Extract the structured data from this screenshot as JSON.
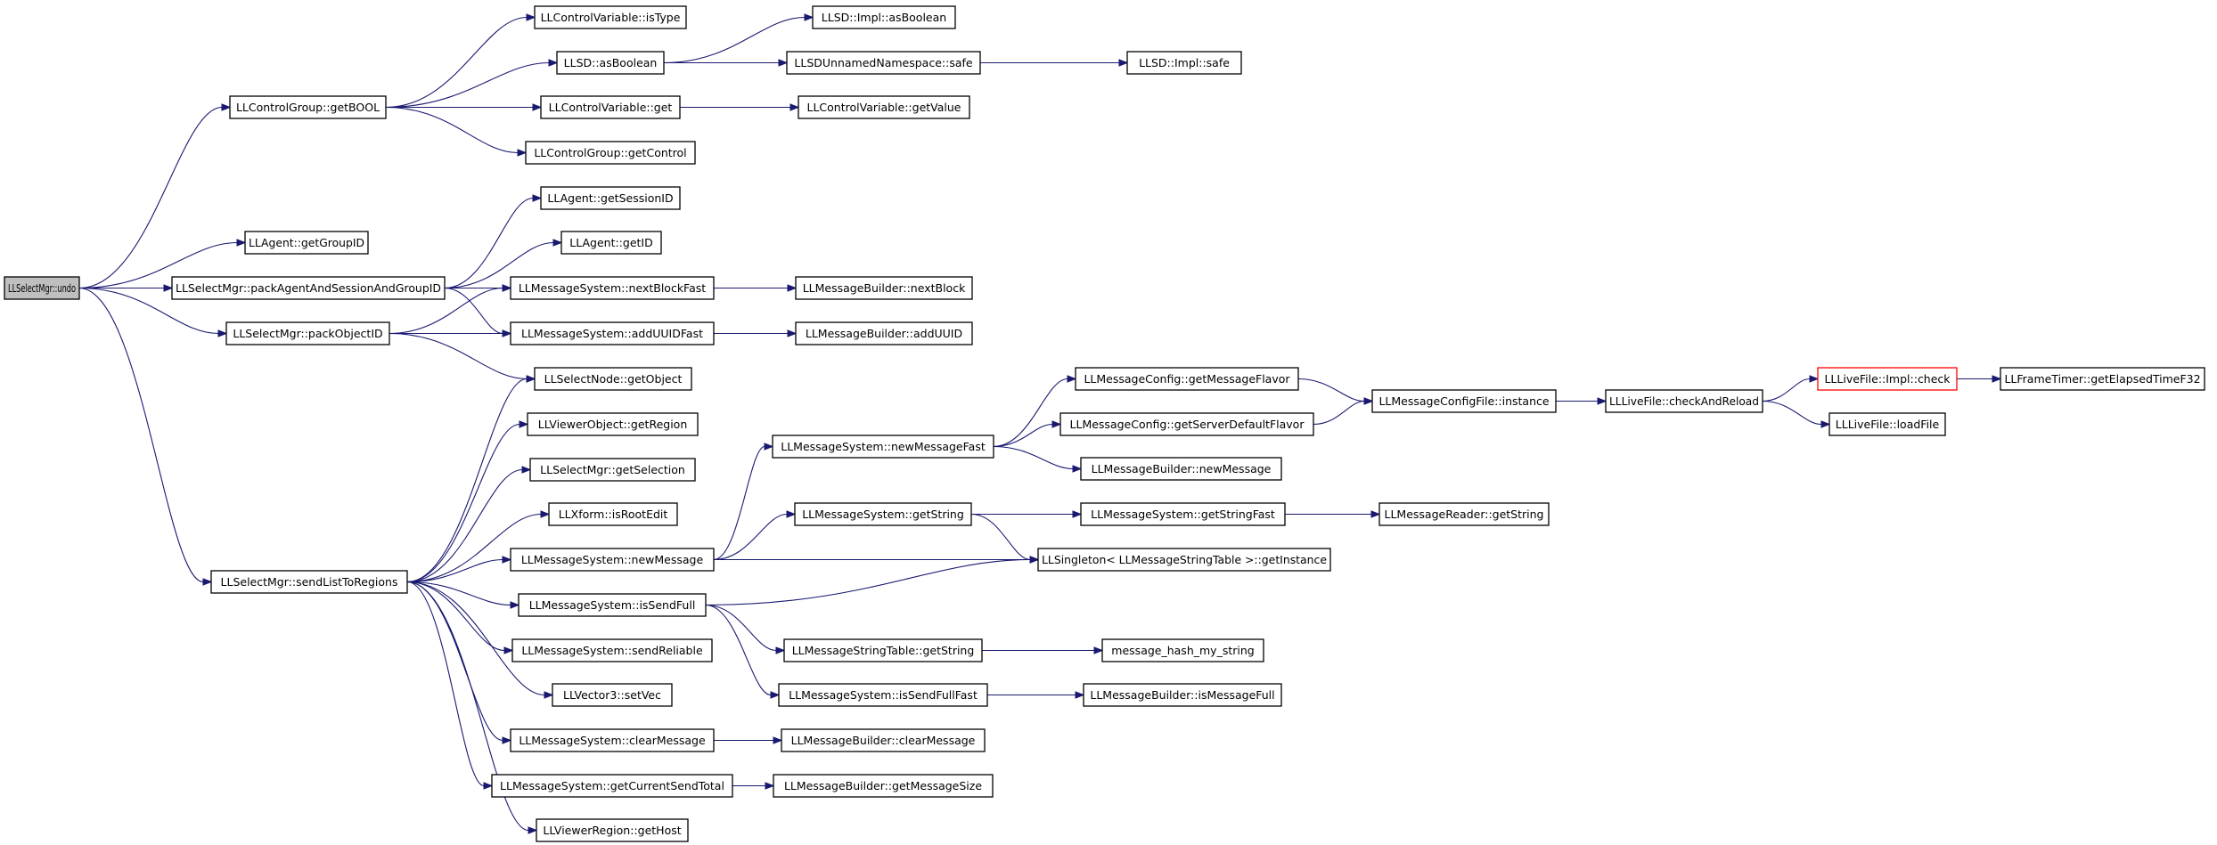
{
  "graph": {
    "edge_color": "#191970",
    "root_fill": "#bfbfbf",
    "truncated_border": "#ff0000",
    "nodes": [
      {
        "id": "undo",
        "label": "LLSelectMgr::undo",
        "root": true
      },
      {
        "id": "getBOOL",
        "label": "LLControlGroup::getBOOL"
      },
      {
        "id": "getGroupID",
        "label": "LLAgent::getGroupID"
      },
      {
        "id": "packAgent",
        "label": "LLSelectMgr::packAgentAndSessionAndGroupID"
      },
      {
        "id": "packObjectID",
        "label": "LLSelectMgr::packObjectID"
      },
      {
        "id": "sendList",
        "label": "LLSelectMgr::sendListToRegions"
      },
      {
        "id": "isType",
        "label": "LLControlVariable::isType"
      },
      {
        "id": "sdAsBoolean",
        "label": "LLSD::asBoolean"
      },
      {
        "id": "cvGet",
        "label": "LLControlVariable::get"
      },
      {
        "id": "getControl",
        "label": "LLControlGroup::getControl"
      },
      {
        "id": "getSessionID",
        "label": "LLAgent::getSessionID"
      },
      {
        "id": "agentGetID",
        "label": "LLAgent::getID"
      },
      {
        "id": "nextBlockFast",
        "label": "LLMessageSystem::nextBlockFast"
      },
      {
        "id": "addUUIDFast",
        "label": "LLMessageSystem::addUUIDFast"
      },
      {
        "id": "getObject",
        "label": "LLSelectNode::getObject"
      },
      {
        "id": "getRegion",
        "label": "LLViewerObject::getRegion"
      },
      {
        "id": "getSelection",
        "label": "LLSelectMgr::getSelection"
      },
      {
        "id": "isRootEdit",
        "label": "LLXform::isRootEdit"
      },
      {
        "id": "newMessage",
        "label": "LLMessageSystem::newMessage"
      },
      {
        "id": "isSendFull",
        "label": "LLMessageSystem::isSendFull"
      },
      {
        "id": "sendReliable",
        "label": "LLMessageSystem::sendReliable"
      },
      {
        "id": "setVec",
        "label": "LLVector3::setVec"
      },
      {
        "id": "clearMessage",
        "label": "LLMessageSystem::clearMessage"
      },
      {
        "id": "getCurrentSendTotal",
        "label": "LLMessageSystem::getCurrentSendTotal"
      },
      {
        "id": "getHost",
        "label": "LLViewerRegion::getHost"
      },
      {
        "id": "implAsBoolean",
        "label": "LLSD::Impl::asBoolean"
      },
      {
        "id": "unnamedSafe",
        "label": "LLSDUnnamedNamespace::safe"
      },
      {
        "id": "cvGetValue",
        "label": "LLControlVariable::getValue"
      },
      {
        "id": "mbNextBlock",
        "label": "LLMessageBuilder::nextBlock"
      },
      {
        "id": "mbAddUUID",
        "label": "LLMessageBuilder::addUUID"
      },
      {
        "id": "newMessageFast",
        "label": "LLMessageSystem::newMessageFast"
      },
      {
        "id": "msGetString",
        "label": "LLMessageSystem::getString"
      },
      {
        "id": "singleton",
        "label": "LLSingleton< LLMessageStringTable >::getInstance"
      },
      {
        "id": "mstGetString",
        "label": "LLMessageStringTable::getString"
      },
      {
        "id": "isSendFullFast",
        "label": "LLMessageSystem::isSendFullFast"
      },
      {
        "id": "mbClearMessage",
        "label": "LLMessageBuilder::clearMessage"
      },
      {
        "id": "mbGetMessageSize",
        "label": "LLMessageBuilder::getMessageSize"
      },
      {
        "id": "implSafe",
        "label": "LLSD::Impl::safe"
      },
      {
        "id": "getMessageFlavor",
        "label": "LLMessageConfig::getMessageFlavor"
      },
      {
        "id": "getServerDefaultFlavor",
        "label": "LLMessageConfig::getServerDefaultFlavor"
      },
      {
        "id": "mbNewMessage",
        "label": "LLMessageBuilder::newMessage"
      },
      {
        "id": "getStringFast",
        "label": "LLMessageSystem::getStringFast"
      },
      {
        "id": "hashString",
        "label": "message_hash_my_string"
      },
      {
        "id": "mbIsMessageFull",
        "label": "LLMessageBuilder::isMessageFull"
      },
      {
        "id": "configFileInstance",
        "label": "LLMessageConfigFile::instance"
      },
      {
        "id": "mrGetString",
        "label": "LLMessageReader::getString"
      },
      {
        "id": "checkAndReload",
        "label": "LLLiveFile::checkAndReload"
      },
      {
        "id": "implCheck",
        "label": "LLLiveFile::Impl::check",
        "truncated": true
      },
      {
        "id": "loadFile",
        "label": "LLLiveFile::loadFile"
      },
      {
        "id": "getElapsedTimeF32",
        "label": "LLFrameTimer::getElapsedTimeF32"
      }
    ],
    "edges": [
      [
        "undo",
        "getBOOL"
      ],
      [
        "undo",
        "getGroupID"
      ],
      [
        "undo",
        "packAgent"
      ],
      [
        "undo",
        "packObjectID"
      ],
      [
        "undo",
        "sendList"
      ],
      [
        "getBOOL",
        "isType"
      ],
      [
        "getBOOL",
        "sdAsBoolean"
      ],
      [
        "getBOOL",
        "cvGet"
      ],
      [
        "getBOOL",
        "getControl"
      ],
      [
        "sdAsBoolean",
        "implAsBoolean"
      ],
      [
        "sdAsBoolean",
        "unnamedSafe"
      ],
      [
        "unnamedSafe",
        "implSafe"
      ],
      [
        "cvGet",
        "cvGetValue"
      ],
      [
        "packAgent",
        "getSessionID"
      ],
      [
        "packAgent",
        "agentGetID"
      ],
      [
        "packAgent",
        "nextBlockFast"
      ],
      [
        "packAgent",
        "addUUIDFast"
      ],
      [
        "packObjectID",
        "nextBlockFast"
      ],
      [
        "packObjectID",
        "addUUIDFast"
      ],
      [
        "packObjectID",
        "getObject"
      ],
      [
        "nextBlockFast",
        "mbNextBlock"
      ],
      [
        "addUUIDFast",
        "mbAddUUID"
      ],
      [
        "sendList",
        "getObject"
      ],
      [
        "sendList",
        "getRegion"
      ],
      [
        "sendList",
        "getSelection"
      ],
      [
        "sendList",
        "isRootEdit"
      ],
      [
        "sendList",
        "newMessage"
      ],
      [
        "sendList",
        "isSendFull"
      ],
      [
        "sendList",
        "sendReliable"
      ],
      [
        "sendList",
        "setVec"
      ],
      [
        "sendList",
        "clearMessage"
      ],
      [
        "sendList",
        "getCurrentSendTotal"
      ],
      [
        "sendList",
        "getHost"
      ],
      [
        "newMessage",
        "newMessageFast"
      ],
      [
        "newMessage",
        "msGetString"
      ],
      [
        "newMessage",
        "singleton"
      ],
      [
        "newMessageFast",
        "getMessageFlavor"
      ],
      [
        "newMessageFast",
        "getServerDefaultFlavor"
      ],
      [
        "newMessageFast",
        "mbNewMessage"
      ],
      [
        "getMessageFlavor",
        "configFileInstance"
      ],
      [
        "getServerDefaultFlavor",
        "configFileInstance"
      ],
      [
        "configFileInstance",
        "checkAndReload"
      ],
      [
        "checkAndReload",
        "implCheck"
      ],
      [
        "checkAndReload",
        "loadFile"
      ],
      [
        "implCheck",
        "getElapsedTimeF32"
      ],
      [
        "msGetString",
        "getStringFast"
      ],
      [
        "msGetString",
        "singleton"
      ],
      [
        "getStringFast",
        "mrGetString"
      ],
      [
        "isSendFull",
        "singleton"
      ],
      [
        "isSendFull",
        "mstGetString"
      ],
      [
        "isSendFull",
        "isSendFullFast"
      ],
      [
        "mstGetString",
        "hashString"
      ],
      [
        "isSendFullFast",
        "mbIsMessageFull"
      ],
      [
        "clearMessage",
        "mbClearMessage"
      ],
      [
        "getCurrentSendTotal",
        "mbGetMessageSize"
      ]
    ]
  }
}
